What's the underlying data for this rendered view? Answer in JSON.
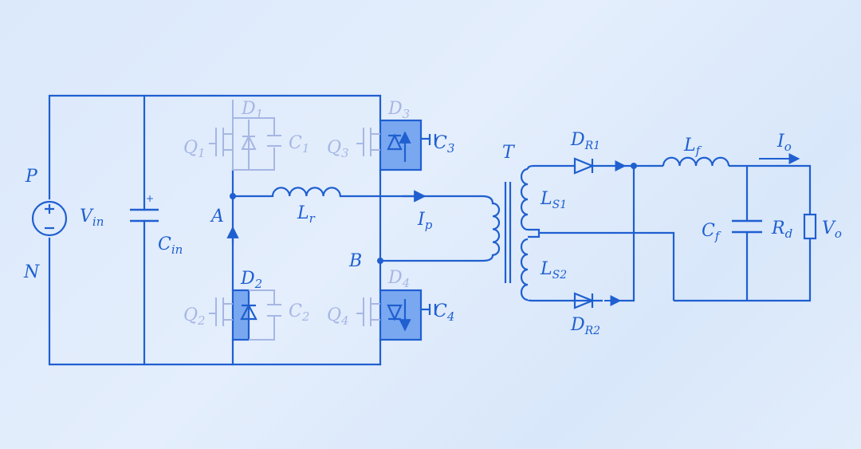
{
  "colors": {
    "wire": "#1f5fd0",
    "faded": "#a6b6e4",
    "active_fill": "#79a8f1",
    "background": "#dde9fb"
  },
  "labels": {
    "P": "P",
    "N": "N",
    "Vin_base": "V",
    "Vin_sub": "in",
    "Cin_base": "C",
    "Cin_sub": "in",
    "cin_plus": "+",
    "A": "A",
    "B": "B",
    "Lr_base": "L",
    "Lr_sub": "r",
    "Ip_base": "I",
    "Ip_sub": "p",
    "T": "T",
    "Q1_base": "Q",
    "Q1_sub": "1",
    "Q2_base": "Q",
    "Q2_sub": "2",
    "Q3_base": "Q",
    "Q3_sub": "3",
    "Q4_base": "Q",
    "Q4_sub": "4",
    "D1_base": "D",
    "D1_sub": "1",
    "D2_base": "D",
    "D2_sub": "2",
    "D3_base": "D",
    "D3_sub": "3",
    "D4_base": "D",
    "D4_sub": "4",
    "C1_base": "C",
    "C1_sub": "1",
    "C2_base": "C",
    "C2_sub": "2",
    "C3_base": "C",
    "C3_sub": "3",
    "C4_base": "C",
    "C4_sub": "4",
    "LS1_base": "L",
    "LS1_sub": "S1",
    "LS2_base": "L",
    "LS2_sub": "S2",
    "DR1_base": "D",
    "DR1_sub": "R1",
    "DR2_base": "D",
    "DR2_sub": "R2",
    "Lf_base": "L",
    "Lf_sub": "f",
    "Io_base": "I",
    "Io_sub": "o",
    "Cf_base": "C",
    "Cf_sub": "f",
    "Rd_base": "R",
    "Rd_sub": "d",
    "Vo_base": "V",
    "Vo_sub": "o"
  }
}
